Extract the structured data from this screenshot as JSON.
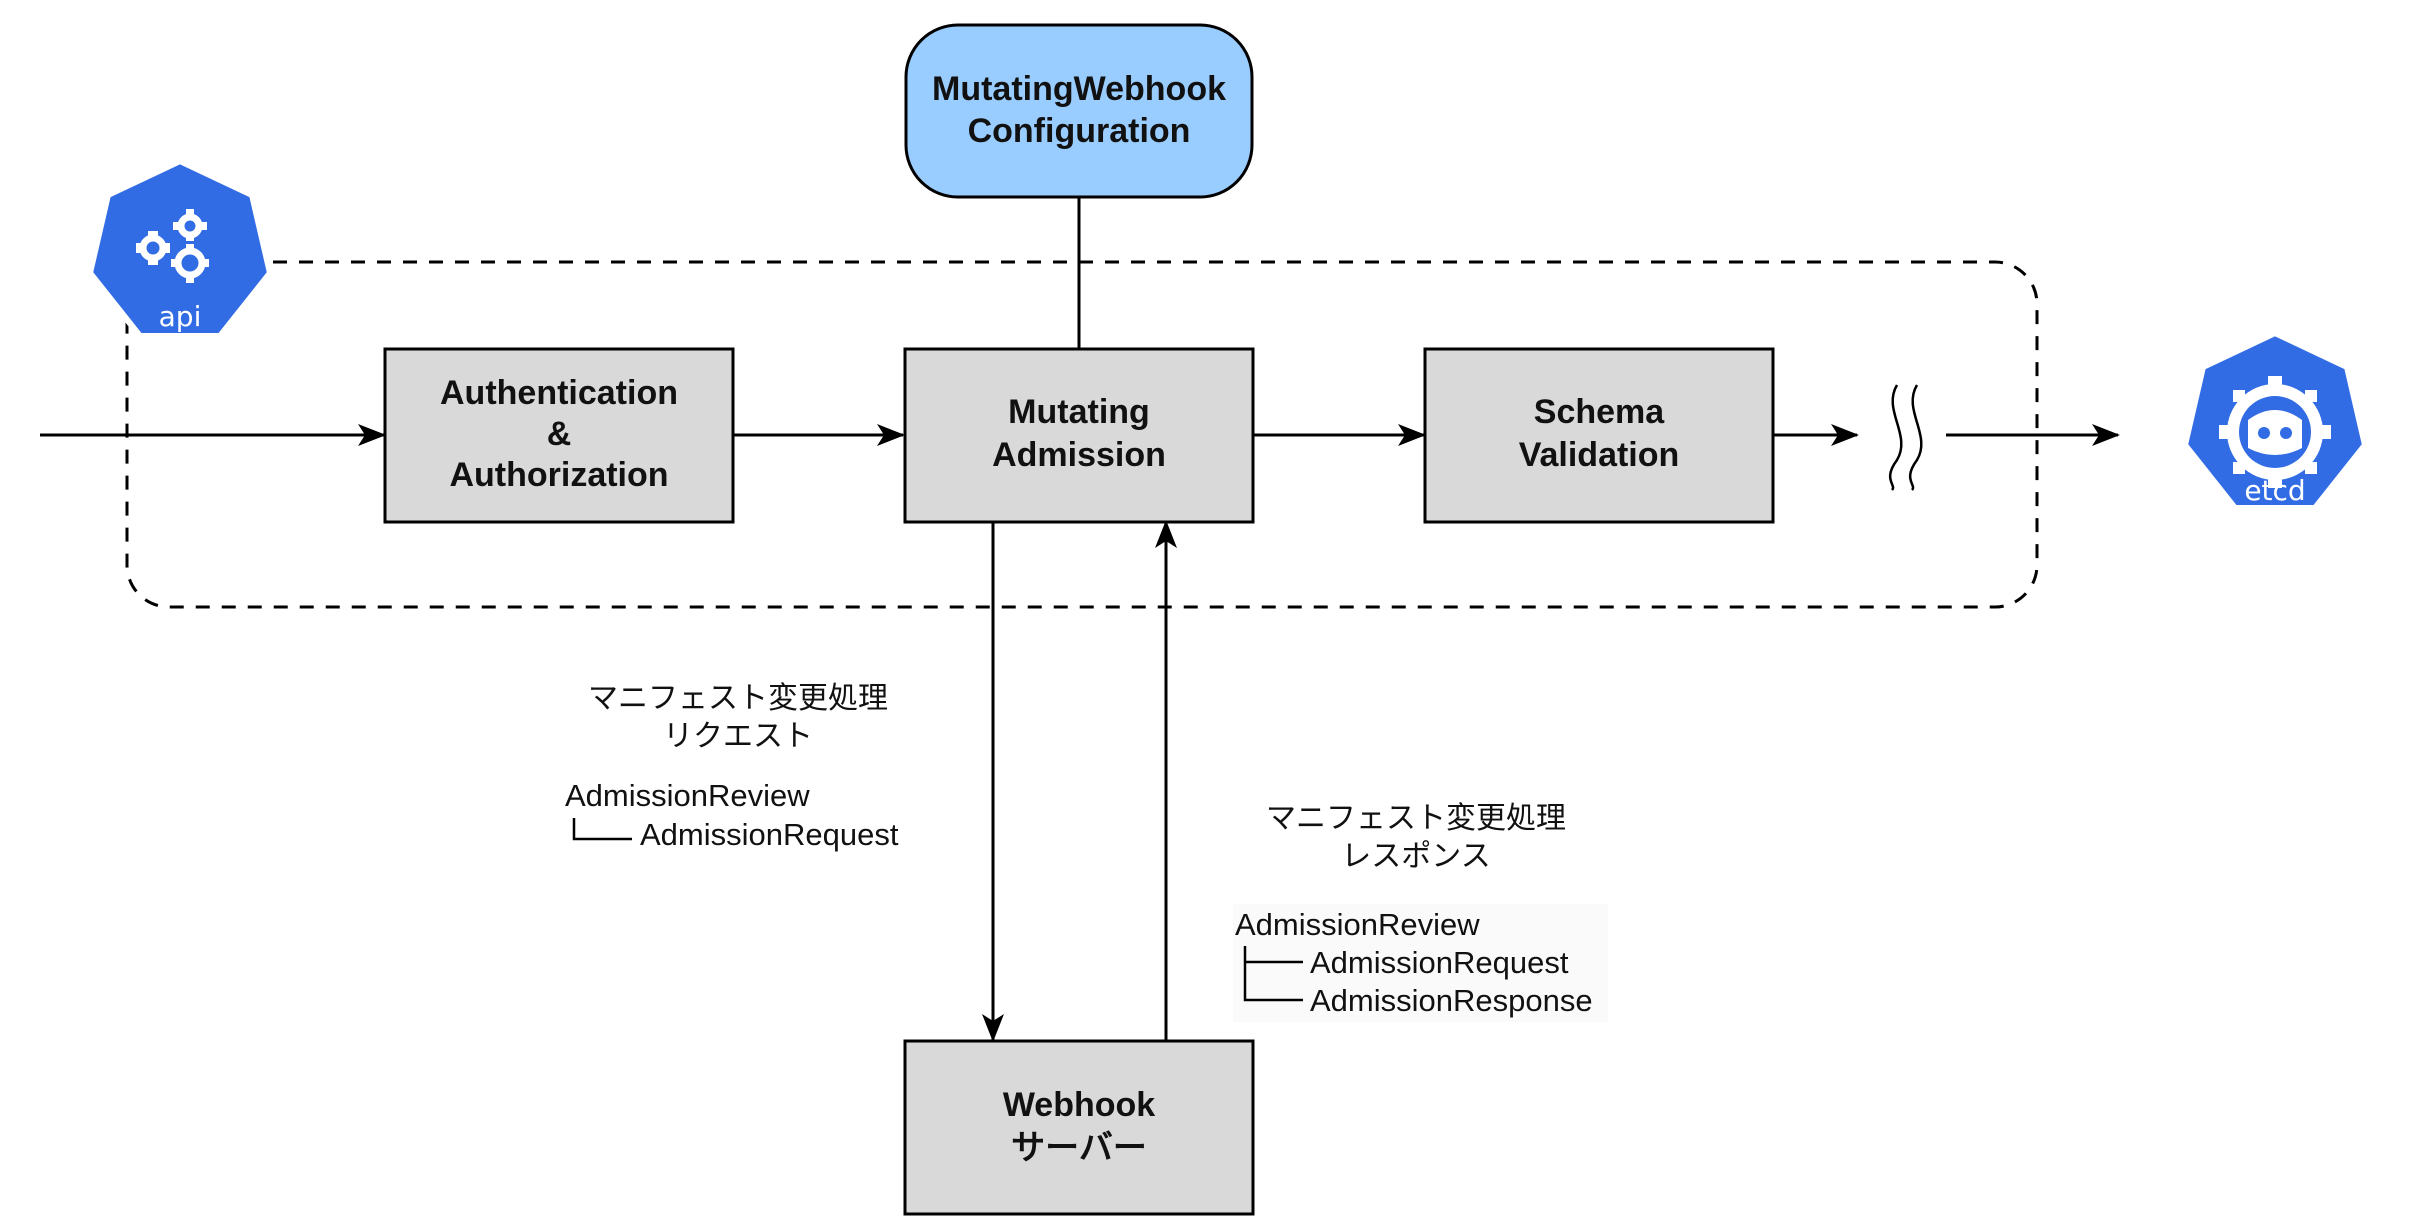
{
  "nodes": {
    "mutating_webhook_config": {
      "line1": "MutatingWebhook",
      "line2": "Configuration",
      "color": "#99ccff"
    },
    "auth": {
      "line1": "Authentication",
      "line2": "&",
      "line3": "Authorization",
      "color": "#d9d9d9"
    },
    "mutating_admission": {
      "line1": "Mutating",
      "line2": "Admission",
      "color": "#d9d9d9"
    },
    "schema_validation": {
      "line1": "Schema",
      "line2": "Validation",
      "color": "#d9d9d9"
    },
    "webhook_server": {
      "line1": "Webhook",
      "line2": "サーバー",
      "color": "#d9d9d9"
    }
  },
  "logos": {
    "api": {
      "label": "api",
      "icon": "kubernetes-gears-icon",
      "color": "#326ce5"
    },
    "etcd": {
      "label": "etcd",
      "icon": "etcd-icon",
      "color": "#326ce5"
    }
  },
  "request_label": {
    "line1": "マニフェスト変更処理",
    "line2": "リクエスト",
    "tree_root": "AdmissionReview",
    "tree_children": [
      "AdmissionRequest"
    ]
  },
  "response_label": {
    "line1": "マニフェスト変更処理",
    "line2": "レスポンス",
    "tree_root": "AdmissionReview",
    "tree_children": [
      "AdmissionRequest",
      "AdmissionResponse"
    ]
  }
}
